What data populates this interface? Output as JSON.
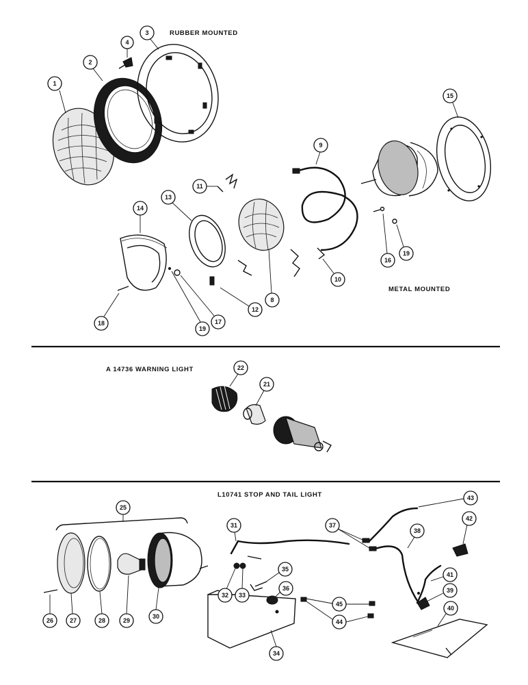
{
  "sections": {
    "rubber_mounted": "RUBBER MOUNTED",
    "metal_mounted": "METAL MOUNTED",
    "warning_light": "A 14736 WARNING LIGHT",
    "stop_tail_light": "L10741 STOP AND TAIL LIGHT"
  },
  "callouts": [
    "1",
    "2",
    "3",
    "4",
    "8",
    "9",
    "10",
    "11",
    "12",
    "13",
    "14",
    "15",
    "16",
    "17",
    "18",
    "19",
    "19",
    "21",
    "22",
    "25",
    "26",
    "27",
    "28",
    "29",
    "30",
    "31",
    "32",
    "33",
    "34",
    "35",
    "36",
    "37",
    "38",
    "39",
    "40",
    "41",
    "42",
    "43",
    "44",
    "45"
  ]
}
